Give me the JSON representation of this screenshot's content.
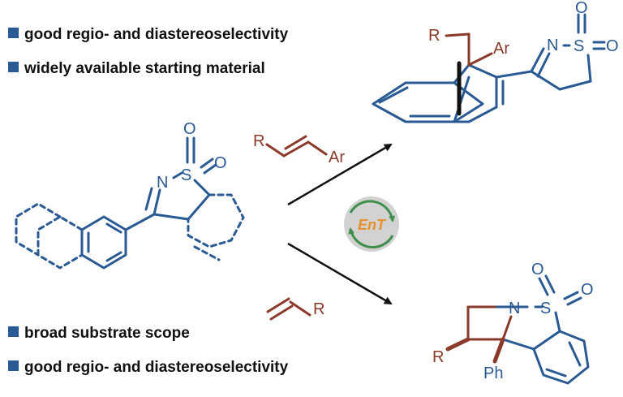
{
  "colors": {
    "structure_blue": "#2a5a93",
    "substituent_red": "#8b3a2a",
    "bullet_square": "#2a5a93",
    "arrow": "#111111",
    "ent_orange": "#e8912b",
    "cycle_green": "#3f8f4a",
    "circle_gray": "#d2d2d2"
  },
  "top_bullets": [
    "good regio- and diastereoselectivity",
    "widely available starting material"
  ],
  "bottom_bullets": [
    "broad substrate scope",
    "good regio- and diastereoselectivity"
  ],
  "catalyst_label": "EnT",
  "start_material": {
    "n": "N",
    "s": "S",
    "o1": "O",
    "o2": "O"
  },
  "upper_reagent": {
    "r": "R",
    "ar": "Ar"
  },
  "lower_reagent": {
    "r": "R"
  },
  "upper_product": {
    "r": "R",
    "ar": "Ar",
    "n": "N",
    "s": "S",
    "o1": "O",
    "o2": "O"
  },
  "lower_product": {
    "r": "R",
    "ph": "Ph",
    "n": "N",
    "s": "S",
    "o1": "O",
    "o2": "O"
  }
}
